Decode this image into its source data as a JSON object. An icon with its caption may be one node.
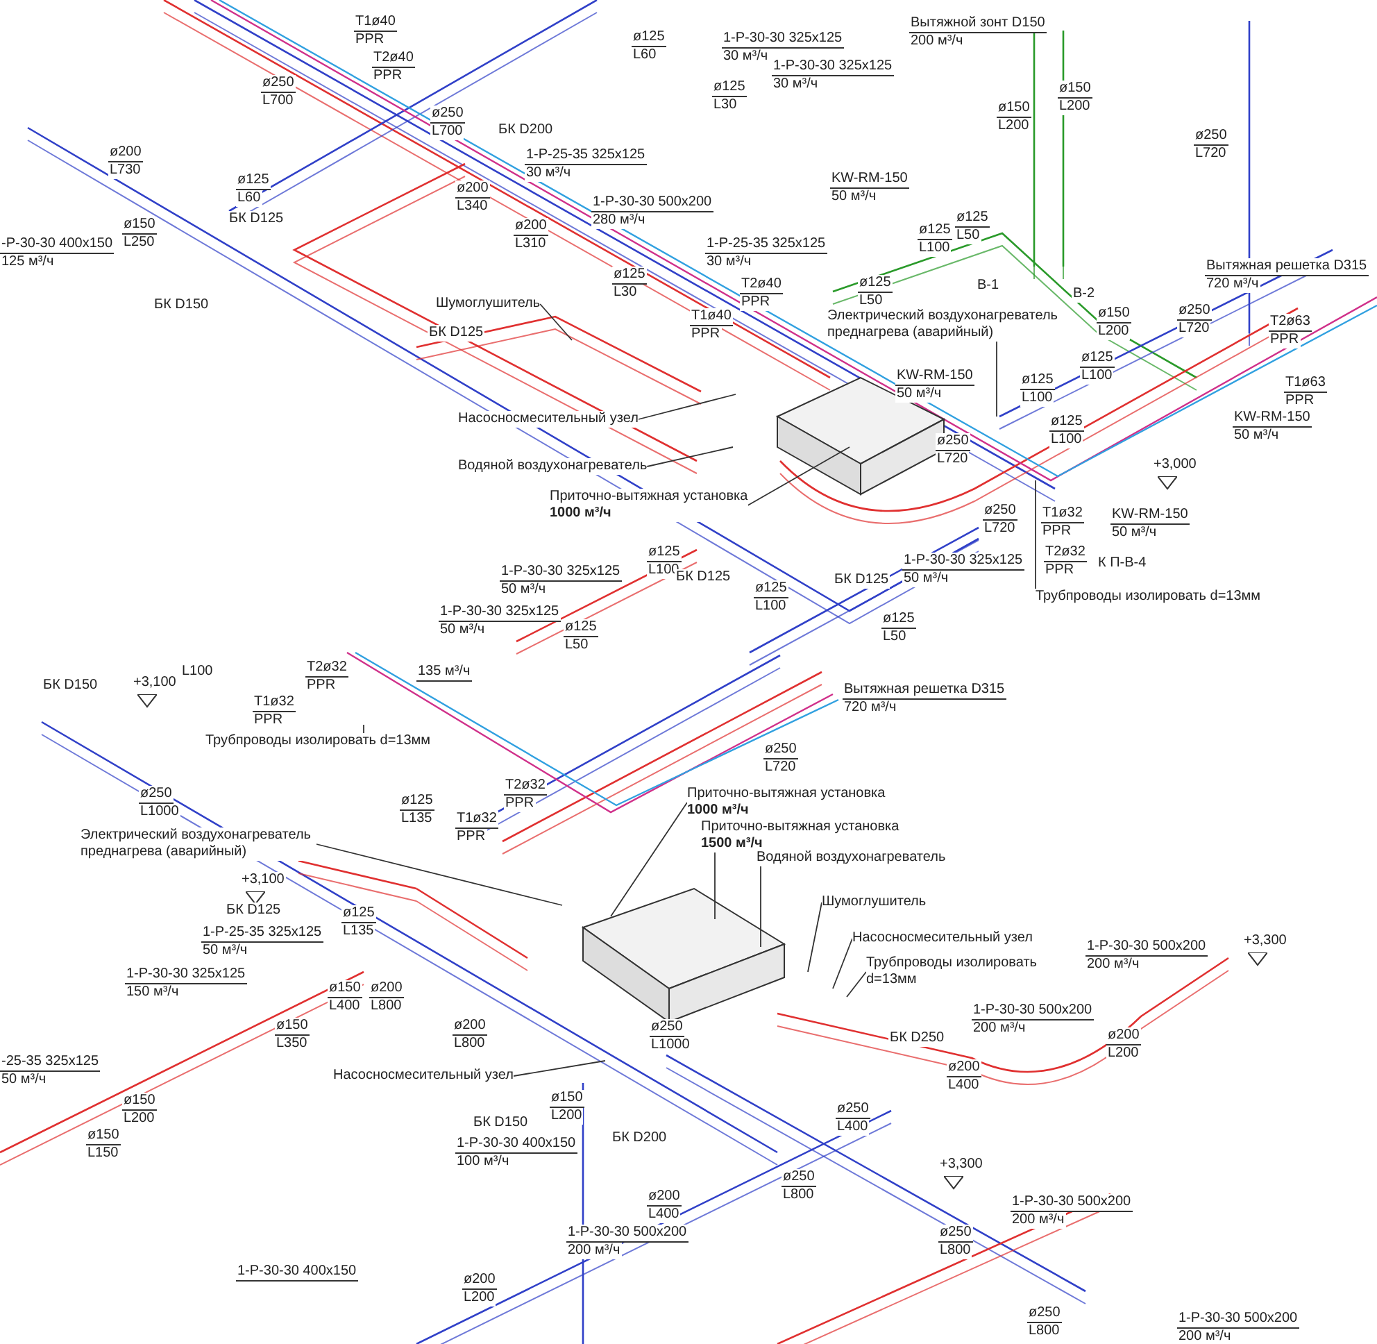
{
  "diagram": {
    "nodes": [
      {
        "text": [
          "Шумоглушитель"
        ]
      },
      {
        "text": [
          "Электрический воздухонагреватель преднагрева (аварийный)"
        ]
      },
      {
        "text": [
          "Насосносмесительный узел"
        ]
      },
      {
        "text": [
          "Водяной воздухонагреватель"
        ]
      },
      {
        "text": [
          "Приточно-вытяжная установка",
          "1000 м³/ч"
        ]
      },
      {
        "text": [
          "Трубпроводы изолировать d=13мм"
        ]
      },
      {
        "text": [
          "Трубпроводы изолировать d=13мм"
        ]
      },
      {
        "text": [
          "Приточно-вытяжная установка",
          "1000 м³/ч"
        ]
      },
      {
        "text": [
          "Приточно-вытяжная установка",
          "1500 м³/ч"
        ]
      },
      {
        "text": [
          "Водяной воздухонагреватель"
        ]
      },
      {
        "text": [
          "Электрический воздухонагреватель преднагрева (аварийный)"
        ]
      },
      {
        "text": [
          "Шумоглушитель"
        ]
      },
      {
        "text": [
          "Насосносмесительный узел"
        ]
      },
      {
        "text": [
          "Трубпроводы изолировать d=13мм"
        ]
      },
      {
        "text": [
          "Насосносмесительный узел"
        ]
      }
    ],
    "edges": [
      {
        "from": 0,
        "to": null,
        "arrow": "none"
      },
      {
        "from": 1,
        "to": null,
        "arrow": "none"
      },
      {
        "from": 2,
        "to": null,
        "arrow": "none"
      },
      {
        "from": 3,
        "to": null,
        "arrow": "none"
      },
      {
        "from": 4,
        "to": null,
        "arrow": "none"
      },
      {
        "from": 5,
        "to": null,
        "arrow": "none"
      },
      {
        "from": 6,
        "to": null,
        "arrow": "none"
      },
      {
        "from": 7,
        "to": null,
        "arrow": "none"
      },
      {
        "from": 8,
        "to": null,
        "arrow": "none"
      },
      {
        "from": 9,
        "to": null,
        "arrow": "none"
      },
      {
        "from": 10,
        "to": null,
        "arrow": "none"
      },
      {
        "from": 11,
        "to": null,
        "arrow": "none"
      },
      {
        "from": 12,
        "to": null,
        "arrow": "none"
      },
      {
        "from": 13,
        "to": null,
        "arrow": "none"
      },
      {
        "from": 14,
        "to": null,
        "arrow": "none"
      }
    ],
    "labels": [
      "T1ø40",
      "PPR",
      "T2ø40",
      "PPR",
      "ø125",
      "L60",
      "1-Р-30-30 325x125",
      "30 м³/ч",
      "1-Р-30-30 325x125",
      "30 м³/ч",
      "ø125",
      "L30",
      "Вытяжной зонт D150",
      "200 м³/ч",
      "ø250",
      "L700",
      "ø150",
      "L200",
      "ø150",
      "L200",
      "ø250",
      "L700",
      "БК D200",
      "ø250",
      "L720",
      "ø200",
      "L730",
      "1-Р-25-35 325x125",
      "30 м³/ч",
      "KW-RM-150",
      "50 м³/ч",
      "ø125",
      "L60",
      "ø200",
      "L340",
      "1-Р-30-30 500x200",
      "280 м³/ч",
      "ø125",
      "L50",
      "БК D125",
      "ø200",
      "L310",
      "ø125",
      "L100",
      "ø150",
      "L250",
      "-Р-30-30 400x150",
      "125 м³/ч",
      "БК D150",
      "1-Р-25-35 325x125",
      "30 м³/ч",
      "ø125",
      "L30",
      "T2ø40",
      "PPR",
      "T1ø40",
      "PPR",
      "ø125",
      "L50",
      "В-1",
      "Вытяжная решетка D315",
      "720 м³/ч",
      "В-2",
      "ø150",
      "L200",
      "ø250",
      "L720",
      "T2ø63",
      "PPR",
      "БК D125",
      "ø125",
      "L100",
      "ø125",
      "L100",
      "T1ø63",
      "PPR",
      "KW-RM-150",
      "50 м³/ч",
      "KW-RM-150",
      "50 м³/ч",
      "ø125",
      "L100",
      "ø250",
      "L720",
      "+3,000",
      "ø250",
      "L720",
      "T1ø32",
      "PPR",
      "KW-RM-150",
      "50 м³/ч",
      "T2ø32",
      "PPR",
      "К П-В-4",
      "ø125",
      "L100",
      "1-Р-30-30 325x125",
      "50 м³/ч",
      "БК D125",
      "1-Р-30-30 325x125",
      "50 м³/ч",
      "БК D125",
      "ø125",
      "L100",
      "1-Р-30-30 325x125",
      "50 м³/ч",
      "ø125",
      "L50",
      "ø125",
      "L50",
      "БК D150",
      "+3,100",
      "L100",
      "T2ø32",
      "PPR",
      "135 м³/ч",
      "T1ø32",
      "PPR",
      "Вытяжная решетка D315",
      "720 м³/ч",
      "ø250",
      "L720",
      "ø250",
      "L1000",
      "ø125",
      "L135",
      "T2ø32",
      "PPR",
      "T1ø32",
      "PPR",
      "+3,100",
      "БК D125",
      "ø125",
      "L135",
      "1-Р-25-35 325x125",
      "50 м³/ч",
      "1-Р-30-30 500x200",
      "200 м³/ч",
      "+3,300",
      "1-Р-30-30 325x125",
      "150 м³/ч",
      "ø150",
      "L400",
      "ø200",
      "L800",
      "ø150",
      "L350",
      "ø200",
      "L800",
      "ø250",
      "L1000",
      "1-Р-30-30 500x200",
      "200 м³/ч",
      "БК D250",
      "ø200",
      "L200",
      "-25-35 325x125",
      "50 м³/ч",
      "ø200",
      "L400",
      "ø150",
      "L200",
      "ø150",
      "L200",
      "ø250",
      "L400",
      "БК D150",
      "ø150",
      "L150",
      "БК D200",
      "1-Р-30-30 400x150",
      "100 м³/ч",
      "+3,300",
      "ø250",
      "L800",
      "ø200",
      "L400",
      "1-Р-30-30 500x200",
      "200 м³/ч",
      "ø250",
      "L800",
      "1-Р-30-30 500x200",
      "200 м³/ч",
      "1-Р-30-30 400x150",
      "ø200",
      "L200",
      "ø250",
      "L800",
      "1-Р-30-30 500x200",
      "200 м³/ч"
    ]
  }
}
